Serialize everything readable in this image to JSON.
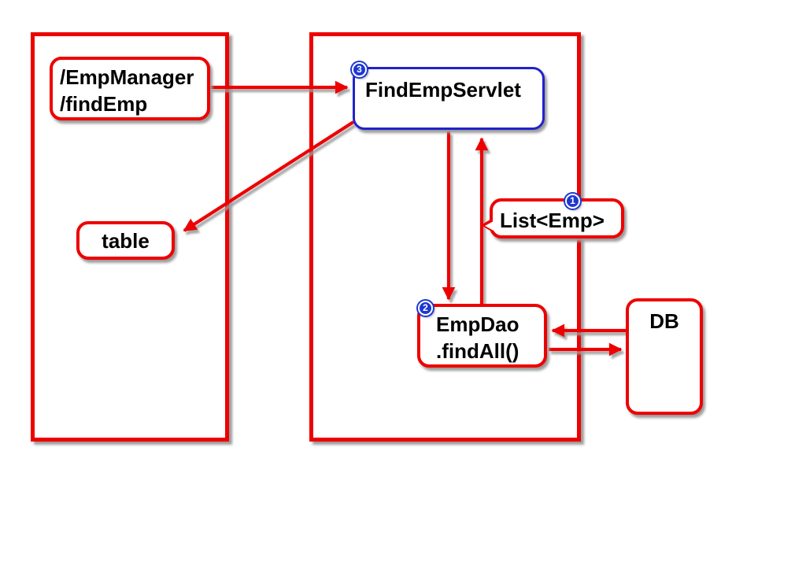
{
  "diagram": {
    "kind": "request-flow-architecture-diagram",
    "nodes": {
      "emp_manager": {
        "line1": "/EmpManager",
        "line2": "/findEmp"
      },
      "servlet": {
        "label": "FindEmpServlet",
        "badge": "3"
      },
      "table": {
        "label": "table"
      },
      "list_emp": {
        "label": "List<Emp>",
        "badge": "1"
      },
      "emp_dao": {
        "line1": "EmpDao",
        "line2": ".findAll()",
        "badge": "2"
      },
      "db": {
        "label": "DB"
      }
    },
    "edges": [
      {
        "from": "emp_manager",
        "to": "servlet",
        "direction": "right"
      },
      {
        "from": "servlet",
        "to": "table",
        "direction": "down-left"
      },
      {
        "from": "servlet",
        "to": "emp_dao",
        "direction": "down"
      },
      {
        "from": "emp_dao",
        "to": "servlet",
        "direction": "up",
        "annotation": "list_emp"
      },
      {
        "from": "db",
        "to": "emp_dao",
        "direction": "left"
      },
      {
        "from": "emp_dao",
        "to": "db",
        "direction": "right"
      }
    ],
    "colors": {
      "line_red": "#ee0000",
      "servlet_border_blue": "#2222cc",
      "badge_blue": "#1d38d2",
      "shadow_gray": "#9c9c9c",
      "text": "#000000",
      "background": "#ffffff"
    }
  }
}
